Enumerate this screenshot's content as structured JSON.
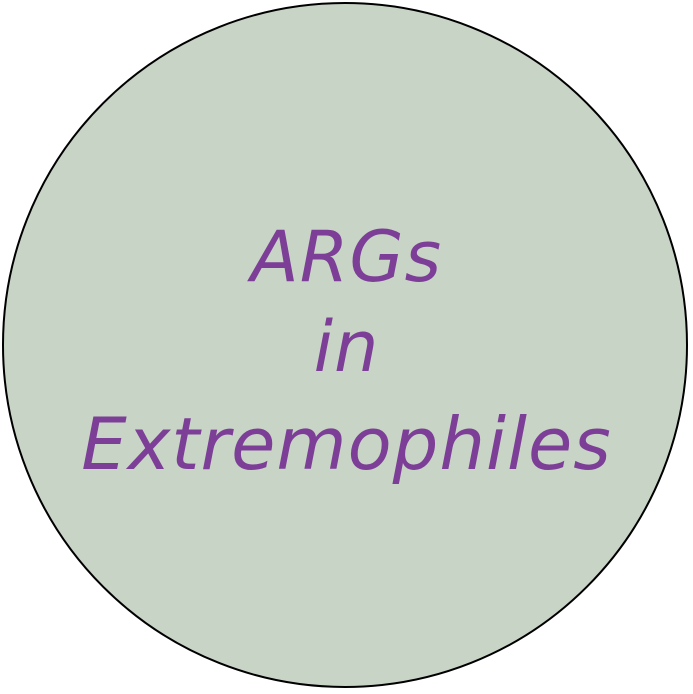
{
  "circle": {
    "fill": "#c8d4c5",
    "stroke": "#000000"
  },
  "text": {
    "color": "#7c3e97",
    "line1": "ARGs",
    "line2": "in",
    "line3": "Extremophiles"
  }
}
